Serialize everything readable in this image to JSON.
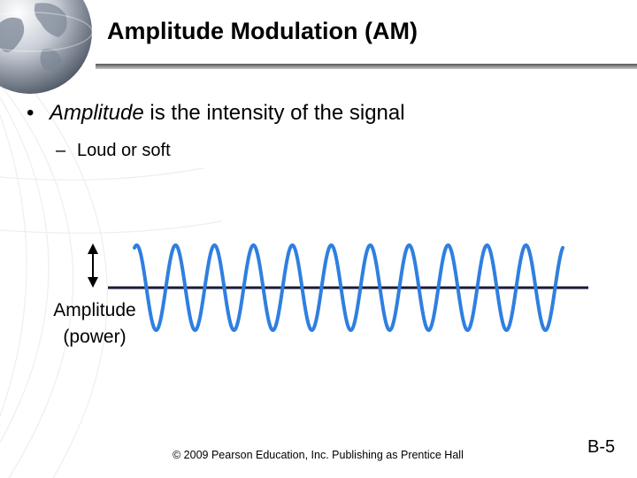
{
  "slide": {
    "title": "Amplitude Modulation (AM)",
    "bullet": {
      "term": "Amplitude",
      "text": " is the intensity of the signal"
    },
    "sub_bullet": "Loud or soft",
    "amplitude_label_line1": "Amplitude",
    "amplitude_label_line2": "(power)",
    "copyright": "© 2009 Pearson Education, Inc.  Publishing as Prentice Hall",
    "slide_number": "B-5"
  },
  "colors": {
    "wave": "#2f7fe0",
    "axis": "#1a1a3a",
    "arrow": "#000000"
  },
  "icons": {
    "globe": "globe-icon"
  }
}
